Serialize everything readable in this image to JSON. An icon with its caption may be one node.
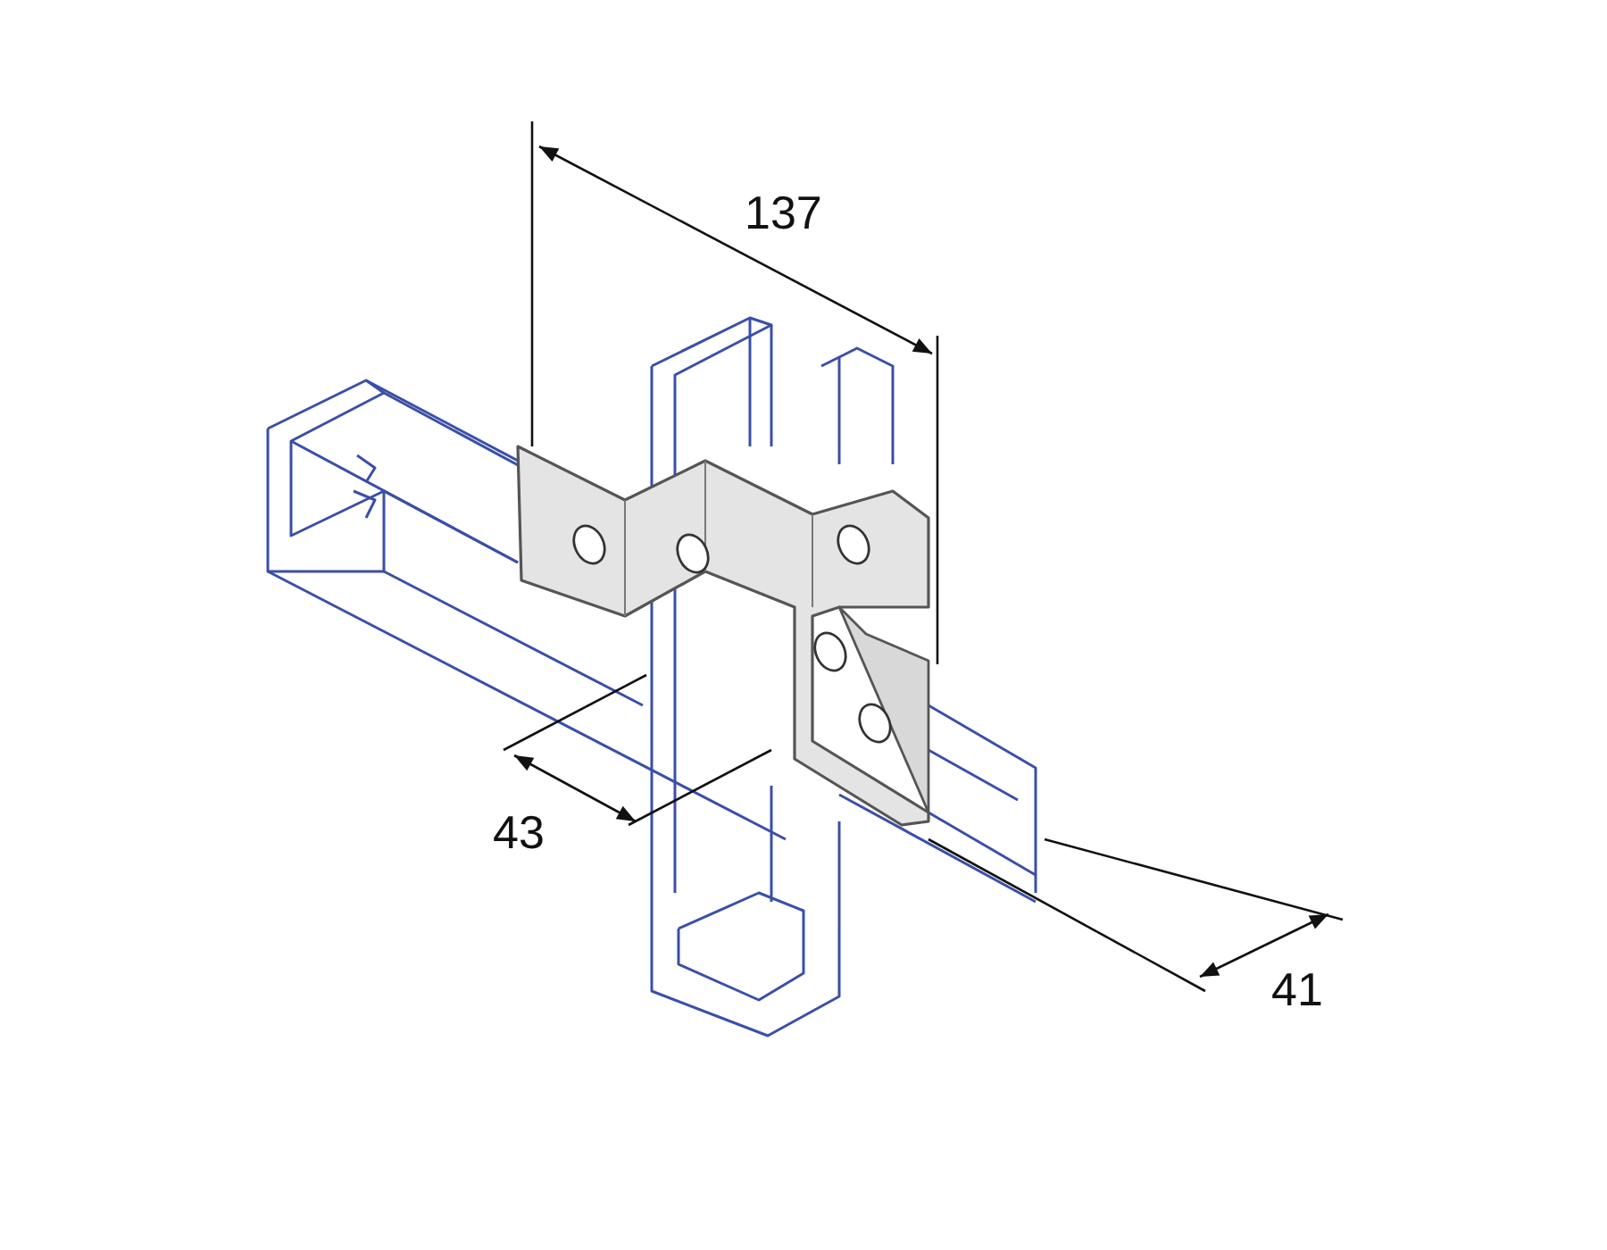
{
  "diagram": {
    "labels": [
      "137",
      "43",
      "41"
    ]
  }
}
